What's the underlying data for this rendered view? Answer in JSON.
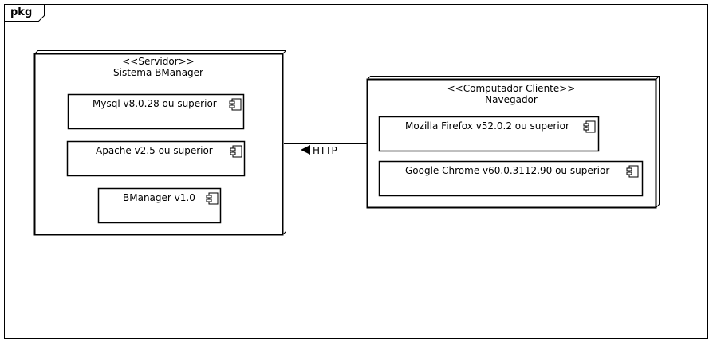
{
  "package": {
    "label": "pkg"
  },
  "server_node": {
    "stereotype": "<<Servidor>>",
    "name": "Sistema BManager",
    "components": [
      {
        "label": "Mysql v8.0.28 ou superior",
        "icon": "component-icon"
      },
      {
        "label": "Apache v2.5 ou superior",
        "icon": "component-icon"
      },
      {
        "label": "BManager v1.0",
        "icon": "component-icon"
      }
    ]
  },
  "client_node": {
    "stereotype": "<<Computador Cliente>>",
    "name": "Navegador",
    "components": [
      {
        "label": "Mozilla Firefox v52.0.2 ou superior",
        "icon": "component-icon"
      },
      {
        "label": "Google Chrome v60.0.3112.90 ou superior",
        "icon": "component-icon"
      }
    ]
  },
  "connection": {
    "label": "HTTP",
    "direction": "toward-server"
  }
}
